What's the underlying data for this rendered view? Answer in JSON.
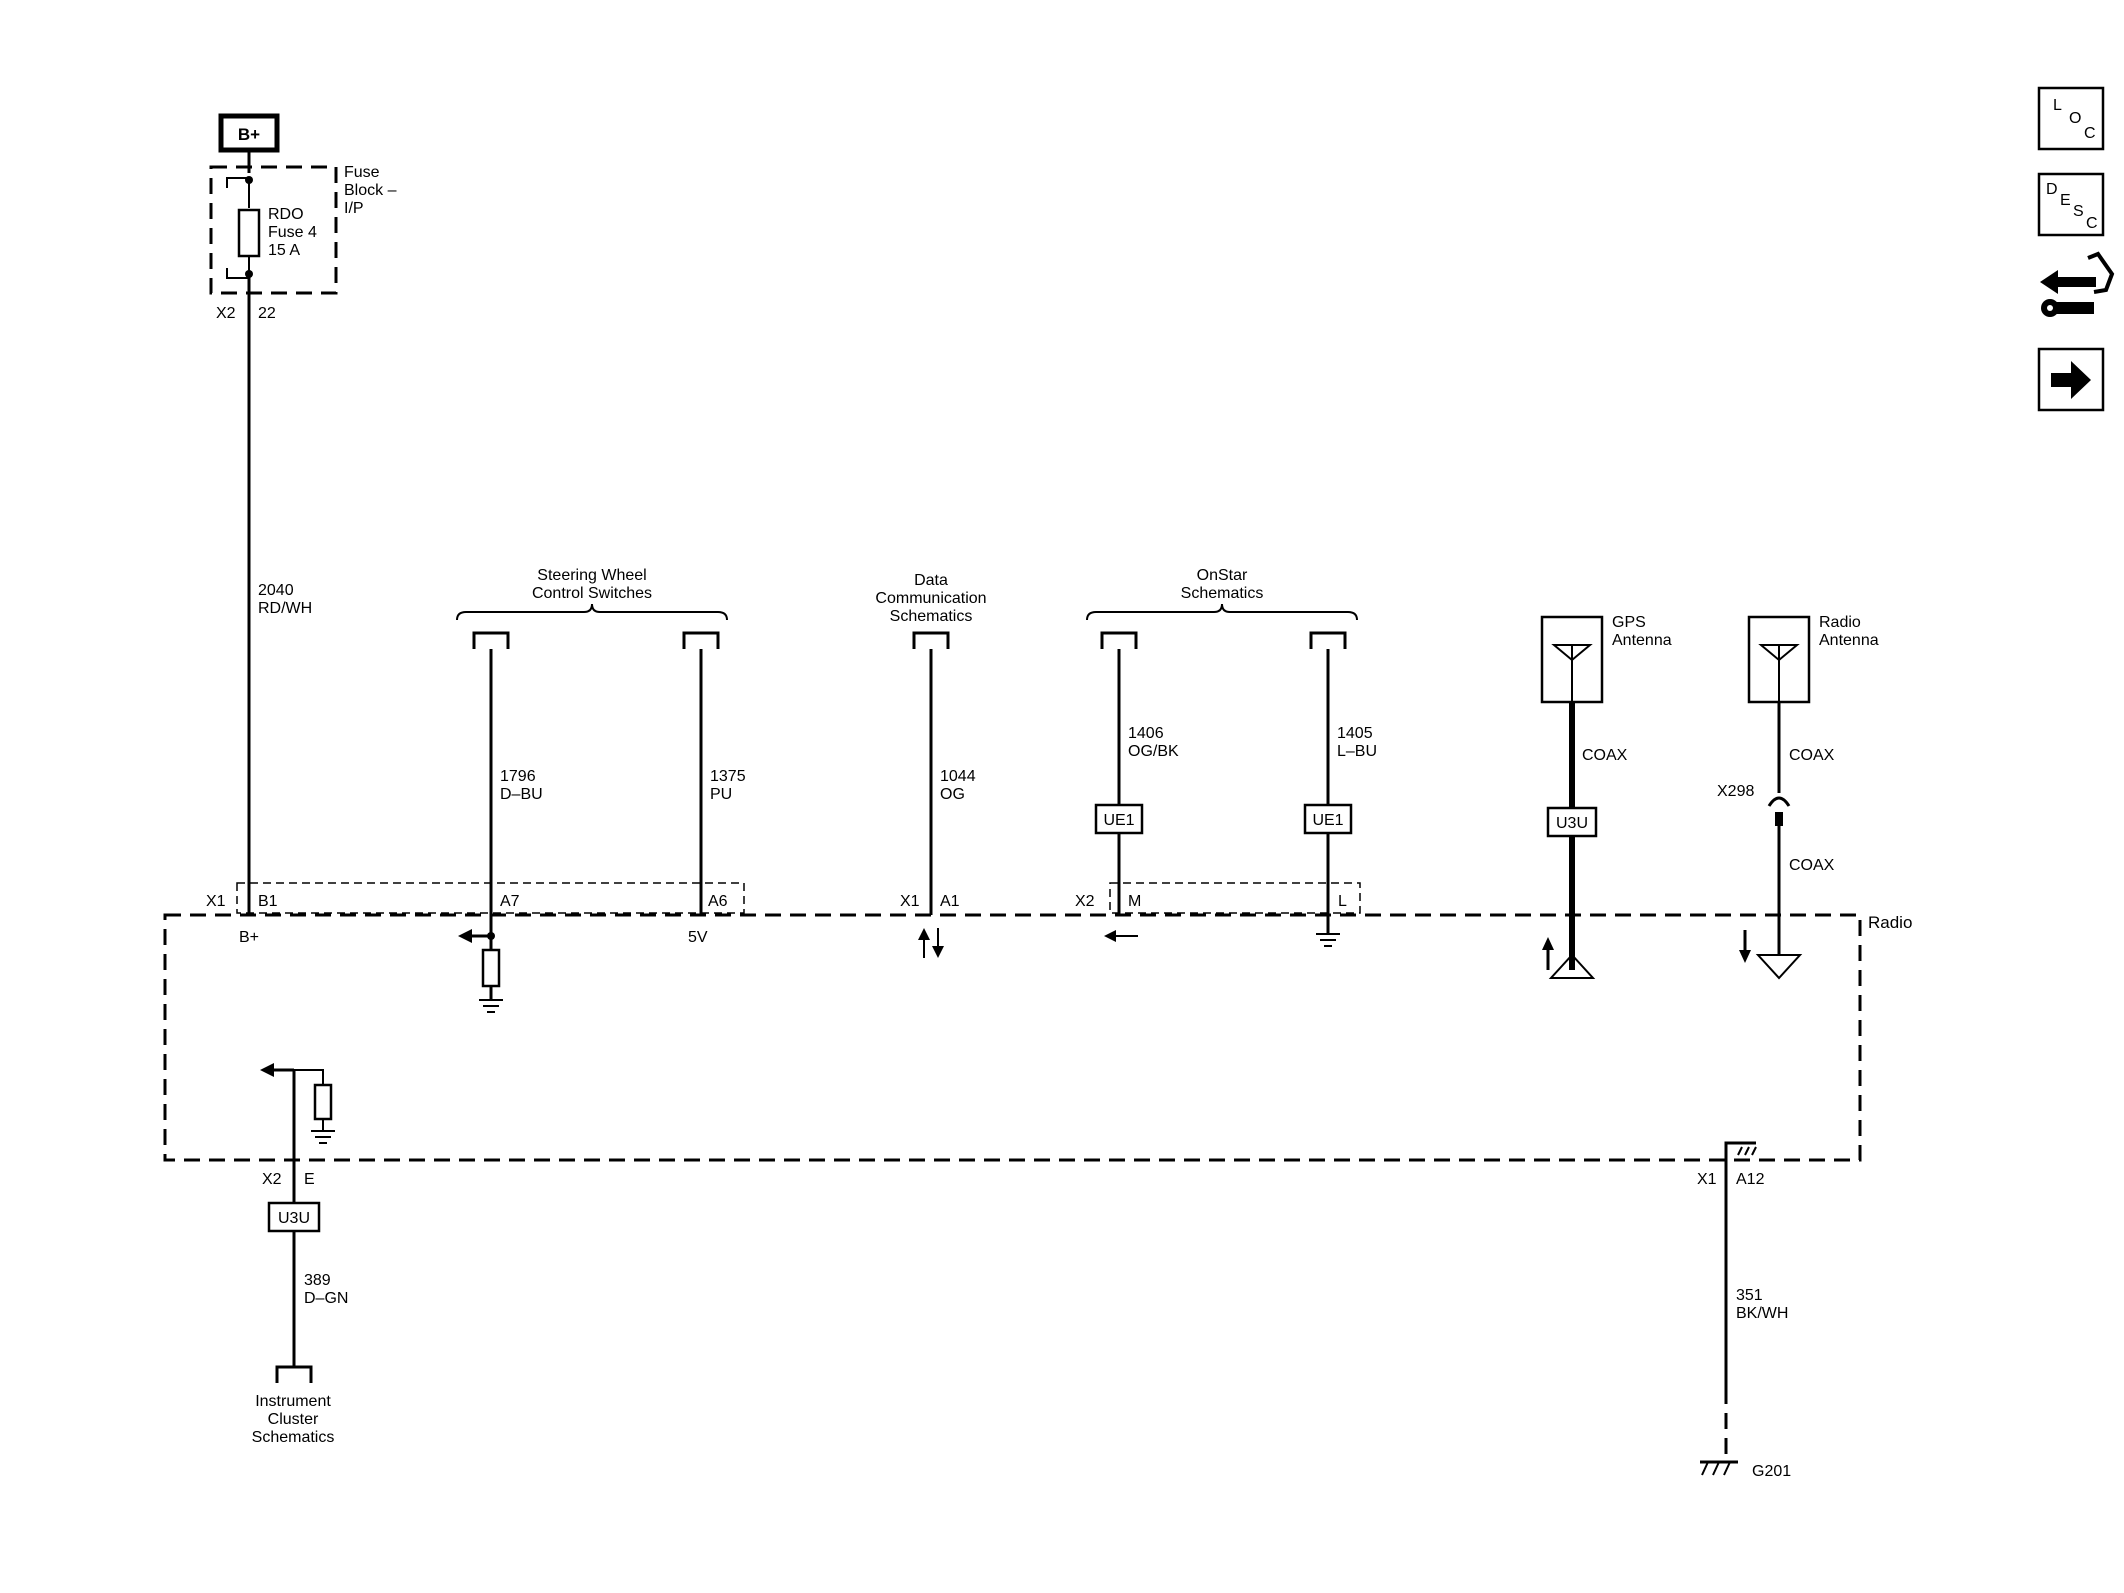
{
  "power": {
    "source": "B+"
  },
  "fuse_block": {
    "name_lines": [
      "Fuse",
      "Block –",
      "I/P"
    ],
    "fuse_lines": [
      "RDO",
      "Fuse 4",
      "15 A"
    ],
    "connector": "X2",
    "pin": "22"
  },
  "wires": {
    "power": {
      "circuit": "2040",
      "color": "RD/WH"
    },
    "swc_a7": {
      "circuit": "1796",
      "color": "D–BU"
    },
    "swc_a6": {
      "circuit": "1375",
      "color": "PU"
    },
    "data": {
      "circuit": "1044",
      "color": "OG"
    },
    "onstar_m": {
      "circuit": "1406",
      "color": "OG/BK"
    },
    "onstar_l": {
      "circuit": "1405",
      "color": "L–BU"
    },
    "cluster": {
      "circuit": "389",
      "color": "D–GN"
    },
    "ground": {
      "circuit": "351",
      "color": "BK/WH"
    }
  },
  "references": {
    "steering_wheel": [
      "Steering Wheel",
      "Control Switches"
    ],
    "data_comm": [
      "Data",
      "Communication",
      "Schematics"
    ],
    "onstar": [
      "OnStar",
      "Schematics"
    ],
    "instrument_cluster": [
      "Instrument",
      "Cluster",
      "Schematics"
    ]
  },
  "antennas": {
    "gps": {
      "name_lines": [
        "GPS",
        "Antenna"
      ],
      "cable": "COAX",
      "option": "U3U"
    },
    "radio": {
      "name_lines": [
        "Radio",
        "Antenna"
      ],
      "cable_upper": "COAX",
      "connector": "X298",
      "cable_lower": "COAX"
    }
  },
  "options": {
    "onstar_m": "UE1",
    "onstar_l": "UE1",
    "cluster": "U3U"
  },
  "radio_module": {
    "name": "Radio",
    "x1": "X1",
    "x2": "X2",
    "pin_b1": "B1",
    "pin_a7": "A7",
    "pin_a6": "A6",
    "pin_a1": "A1",
    "pin_m": "M",
    "pin_l": "L",
    "pin_e": "E",
    "pin_a12": "A12",
    "b1_label": "B+",
    "a6_label": "5V"
  },
  "ground": {
    "name": "G201"
  },
  "legend_icons": {
    "loc": {
      "icon": "loc-icon",
      "letters": [
        "L",
        "O",
        "C"
      ]
    },
    "desc": {
      "icon": "desc-icon",
      "letters": [
        "D",
        "E",
        "S",
        "C"
      ]
    },
    "connector_end_view": {
      "icon": "connector-end-view-icon"
    },
    "next_page": {
      "icon": "next-page-arrow-icon"
    }
  }
}
